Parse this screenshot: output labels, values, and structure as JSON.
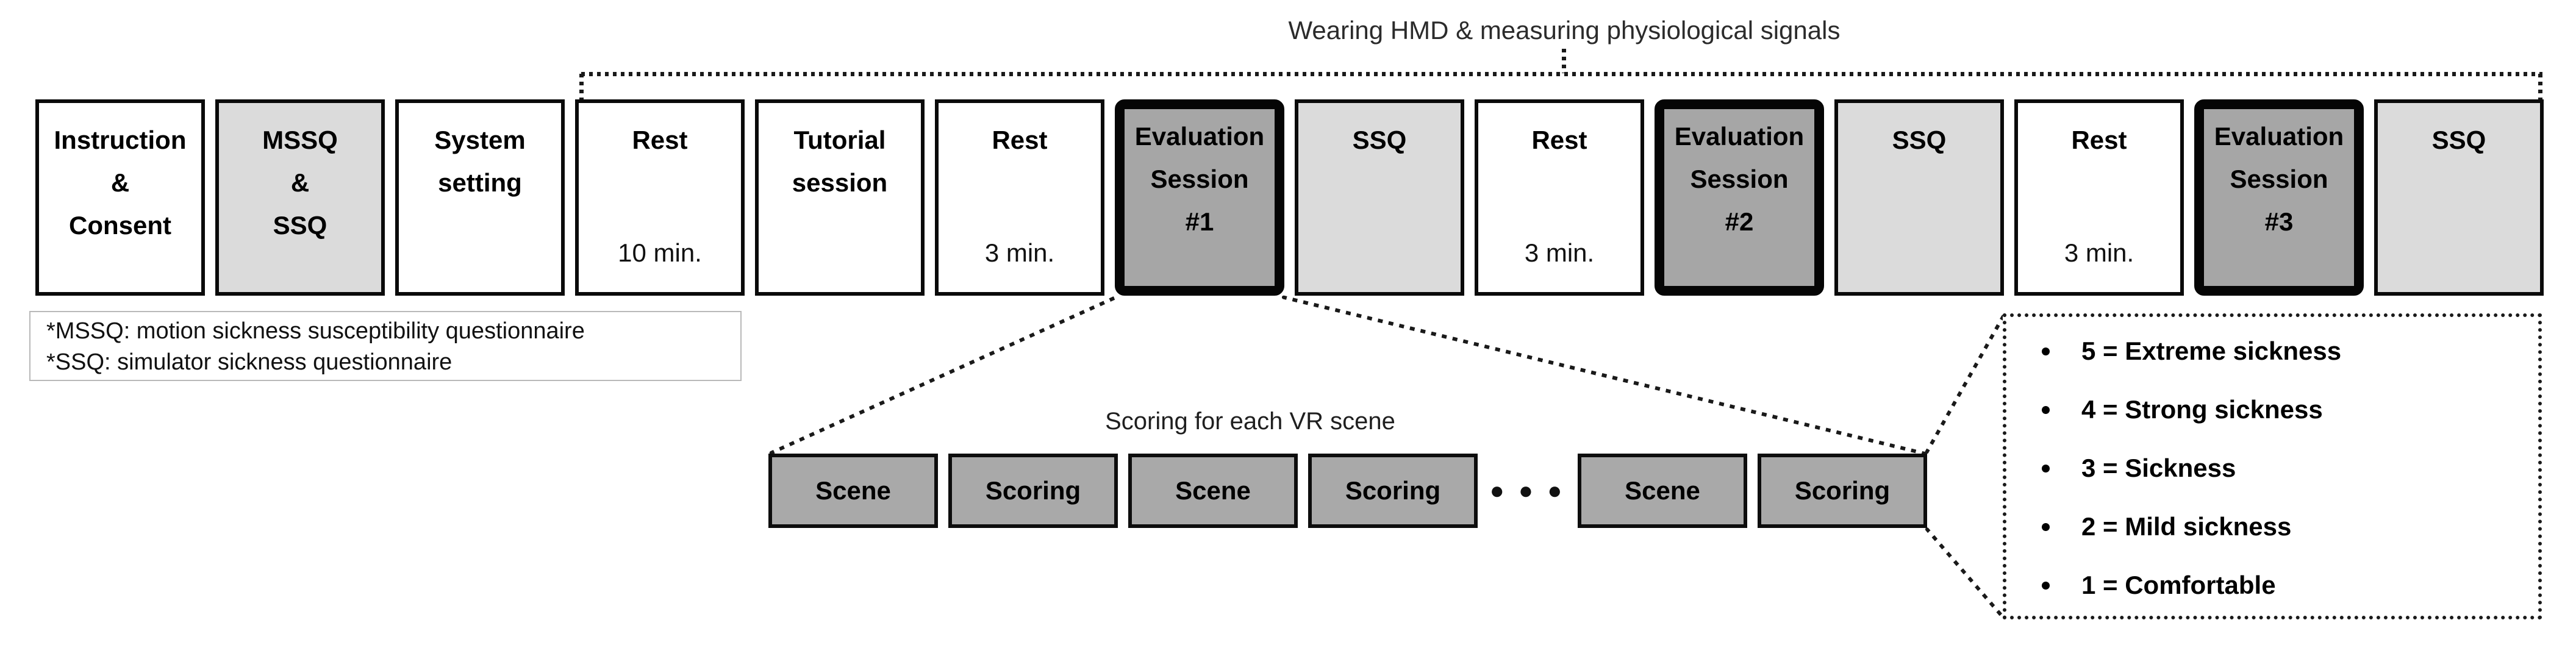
{
  "title": "Wearing HMD & measuring physiological signals",
  "timeline": {
    "boxes": [
      {
        "name": "instruction-consent",
        "label": "Instruction\n&\nConsent",
        "variant": "plain"
      },
      {
        "name": "mssq-ssq",
        "label": "MSSQ\n&\nSSQ",
        "variant": "light"
      },
      {
        "name": "system-setting",
        "label": "System\nsetting",
        "variant": "plain"
      },
      {
        "name": "rest-1",
        "label": "Rest",
        "duration": "10 min.",
        "variant": "plain"
      },
      {
        "name": "tutorial-session",
        "label": "Tutorial\nsession",
        "variant": "plain"
      },
      {
        "name": "rest-2",
        "label": "Rest",
        "duration": "3 min.",
        "variant": "plain"
      },
      {
        "name": "evaluation-session-1",
        "label": "Evaluation\nSession\n#1",
        "variant": "dark"
      },
      {
        "name": "ssq-1",
        "label": "SSQ",
        "variant": "light"
      },
      {
        "name": "rest-3",
        "label": "Rest",
        "duration": "3 min.",
        "variant": "plain"
      },
      {
        "name": "evaluation-session-2",
        "label": "Evaluation\nSession\n#2",
        "variant": "dark"
      },
      {
        "name": "ssq-2",
        "label": "SSQ",
        "variant": "light"
      },
      {
        "name": "rest-4",
        "label": "Rest",
        "duration": "3 min.",
        "variant": "plain"
      },
      {
        "name": "evaluation-session-3",
        "label": "Evaluation\nSession\n#3",
        "variant": "dark"
      },
      {
        "name": "ssq-3",
        "label": "SSQ",
        "variant": "light"
      }
    ]
  },
  "footnote": {
    "lines": [
      "*MSSQ: motion sickness susceptibility questionnaire",
      "*SSQ: simulator sickness questionnaire"
    ]
  },
  "subsequence": {
    "caption": "Scoring for each VR scene",
    "items": [
      {
        "type": "box",
        "label": "Scene"
      },
      {
        "type": "box",
        "label": "Scoring"
      },
      {
        "type": "box",
        "label": "Scene"
      },
      {
        "type": "box",
        "label": "Scoring"
      },
      {
        "type": "ellipsis",
        "text": "● ● ●"
      },
      {
        "type": "box",
        "label": "Scene"
      },
      {
        "type": "box",
        "label": "Scoring"
      }
    ]
  },
  "legend": {
    "items": [
      "5 = Extreme sickness",
      "4 = Strong sickness",
      "3 = Sickness",
      "2 = Mild sickness",
      "1 = Comfortable"
    ]
  },
  "colors": {
    "dark_box": "#a6a6a6",
    "light_box": "#dbdbdb",
    "scene_box": "#a9a9a9",
    "line": "#1a1a1a"
  }
}
